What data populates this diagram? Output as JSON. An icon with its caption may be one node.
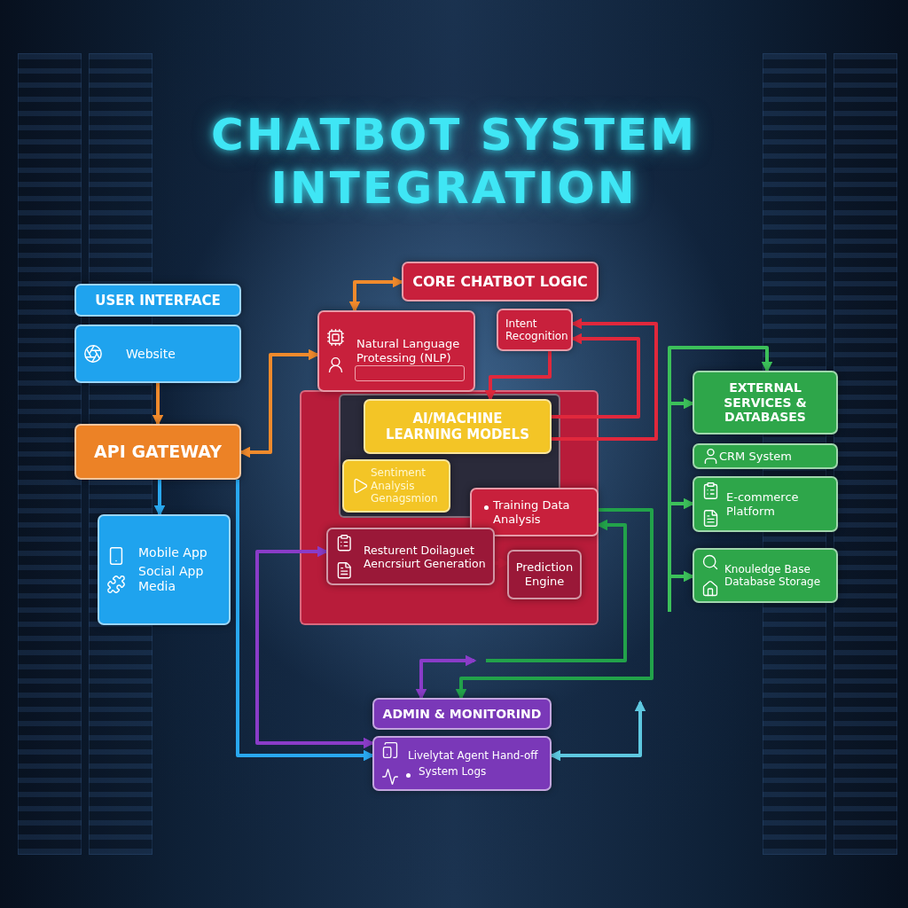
{
  "diagram": {
    "title": "CHATBOT SYSTEM INTEGRATION",
    "nodes": [
      {
        "text": [
          "USER INTERFACE"
        ]
      },
      {
        "text": [
          "Website"
        ]
      },
      {
        "text": [
          "API GATEWAY"
        ]
      },
      {
        "text": [
          "Mobile App",
          "Social App Media"
        ]
      },
      {
        "text": [
          "CORE CHATBOT LOGIC"
        ]
      },
      {
        "text": [
          "Natural Language Protessing (NLP)"
        ]
      },
      {
        "text": [
          "Intent Recognition"
        ]
      },
      {
        "text": [
          "AI/MACHINE LEARNING MODELS"
        ]
      },
      {
        "text": [
          "Sentiment Analysis Genagsmion"
        ]
      },
      {
        "text": [
          "Training Data Analysis"
        ]
      },
      {
        "text": [
          "Resturent Doilaguet Aencrsiurt Generation"
        ]
      },
      {
        "text": [
          "Prediction Engine"
        ]
      },
      {
        "text": [
          "EXTERNAL SERVICES & DATABASES"
        ]
      },
      {
        "text": [
          "CRM System"
        ]
      },
      {
        "text": [
          "E-commerce Platform"
        ]
      },
      {
        "text": [
          "Knouledge Base Database Storage"
        ]
      },
      {
        "text": [
          "ADMIN & MONITORIND"
        ]
      },
      {
        "text": [
          "Livelytat Agent Hand-off",
          "System Logs"
        ]
      }
    ],
    "edges": [
      {
        "from": 1,
        "to": 2,
        "arrow": "to",
        "color": "#f08a2c"
      },
      {
        "from": 2,
        "to": 5,
        "arrow": "both",
        "color": "#f08a2c"
      },
      {
        "from": 5,
        "to": 4,
        "arrow": "both",
        "color": "#f08a2c"
      },
      {
        "from": 7,
        "to": 6,
        "arrow": "to",
        "color": "#e0283c"
      },
      {
        "from": 7,
        "to": 6,
        "arrow": "to",
        "color": "#e0283c"
      },
      {
        "from": 6,
        "to": 7,
        "arrow": "to",
        "color": "#e0283c"
      },
      {
        "from": 10,
        "to": 11,
        "arrow": "to",
        "color": "#c01e3c"
      },
      {
        "from": 2,
        "to": 3,
        "arrow": "to",
        "color": "#29a8f0"
      },
      {
        "from": 2,
        "to": 17,
        "arrow": "to",
        "color": "#29a8f0"
      },
      {
        "from": 17,
        "to": 10,
        "arrow": "both",
        "color": "#8a3cc8"
      },
      {
        "from": 16,
        "to": null,
        "arrow": "both",
        "color": "#8a3cc8"
      },
      {
        "from": null,
        "to": 9,
        "arrow": "to",
        "color": "#22a24a"
      },
      {
        "from": 9,
        "to": 16,
        "arrow": "to",
        "color": "#22a24a"
      },
      {
        "from": 17,
        "to": null,
        "arrow": "both",
        "color": "#5ec8e0"
      },
      {
        "from": null,
        "to": 12,
        "arrow": "to",
        "color": "#3cc05a"
      },
      {
        "from": null,
        "to": 12,
        "arrow": "to",
        "color": "#3cc05a"
      },
      {
        "from": null,
        "to": 14,
        "arrow": "to",
        "color": "#3cc05a"
      },
      {
        "from": null,
        "to": 15,
        "arrow": "to",
        "color": "#3cc05a"
      }
    ]
  }
}
